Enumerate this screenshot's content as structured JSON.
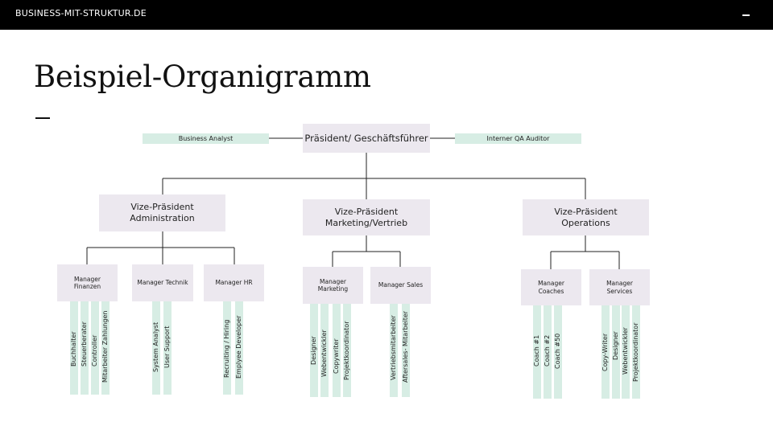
{
  "header": {
    "brand": "BUSINESS-MIT-STRUKTUR.DE"
  },
  "page": {
    "title": "Beispiel-Organigramm"
  },
  "org": {
    "president": "Präsident/ Geschäftsführer",
    "left_side": "Business Analyst",
    "right_side": "Interner QA Auditor",
    "vp_admin": {
      "line1": "Vize-Präsident",
      "line2": "Administration"
    },
    "vp_marketing": {
      "line1": "Vize-Präsident",
      "line2": "Marketing/Vertrieb"
    },
    "vp_operations": {
      "line1": "Vize-Präsident",
      "line2": "Operations"
    },
    "managers": {
      "finanzen": {
        "line1": "Manager",
        "line2": "Finanzen"
      },
      "technik": "Manager Technik",
      "hr": "Manager HR",
      "marketing": {
        "line1": "Manager",
        "line2": "Marketing"
      },
      "sales": "Manager Sales",
      "coaches": {
        "line1": "Manager",
        "line2": "Coaches"
      },
      "services": {
        "line1": "Manager",
        "line2": "Services"
      }
    },
    "staff": {
      "finanzen": [
        "Buchhalter",
        "Steuerberater",
        "Controller",
        "Mitarbeiter Zahlungen"
      ],
      "technik": [
        "System Analyst",
        "User Support"
      ],
      "hr": [
        "Recruiting / Hiring",
        "Emplyee Developer"
      ],
      "marketing": [
        "Designer",
        "Webentwickler",
        "Copywriter",
        "Projektkoordinator"
      ],
      "sales": [
        "Vertriebsmitarbeiter",
        "Aftersales- Mitarbeiter"
      ],
      "coaches": [
        "Coach #1",
        "Coach #2",
        "Coach #50"
      ],
      "services": [
        "Copy-Writer",
        "Designer",
        "Webentwickler",
        "Projektkoordinator"
      ]
    }
  }
}
